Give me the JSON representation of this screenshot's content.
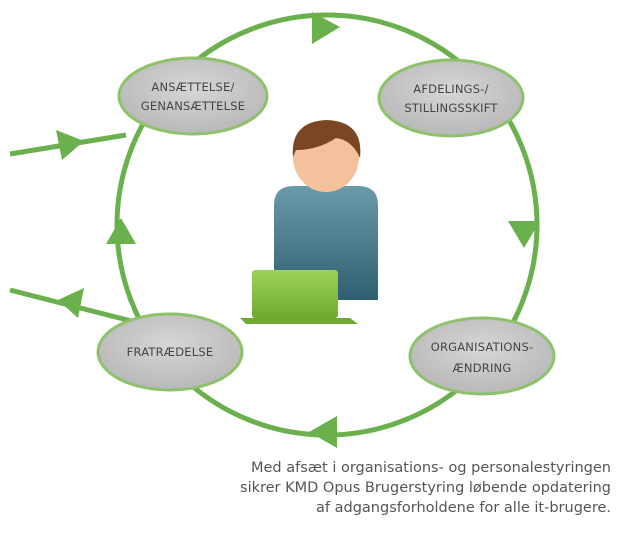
{
  "colors": {
    "ring": "#6ab04c",
    "node_fill": "#c2c2c2",
    "node_stroke": "#8dc26b",
    "text": "#444444",
    "laptop": "#8cc63f",
    "person_torso": "#4d7f91",
    "person_face": "#f3c29c",
    "person_hair": "#7a4722"
  },
  "diagram": {
    "nodes": {
      "hire": {
        "line1": "ANSÆTTELSE/",
        "line2": "GENANSÆTTELSE"
      },
      "transfer": {
        "line1": "AFDELINGS-/",
        "line2": "STILLINGSSKIFT"
      },
      "orgchange": {
        "line1": "ORGANISATIONS-",
        "line2": "ÆNDRING"
      },
      "termination": {
        "line1": "FRATRÆDELSE"
      }
    },
    "center_icon": "person-with-laptop-icon"
  },
  "caption": {
    "line1": "Med afsæt i organisations- og personalestyringen",
    "line2": "sikrer KMD Opus Brugerstyring løbende opdatering",
    "line3": "af adgangsforholdene for alle it-brugere."
  }
}
